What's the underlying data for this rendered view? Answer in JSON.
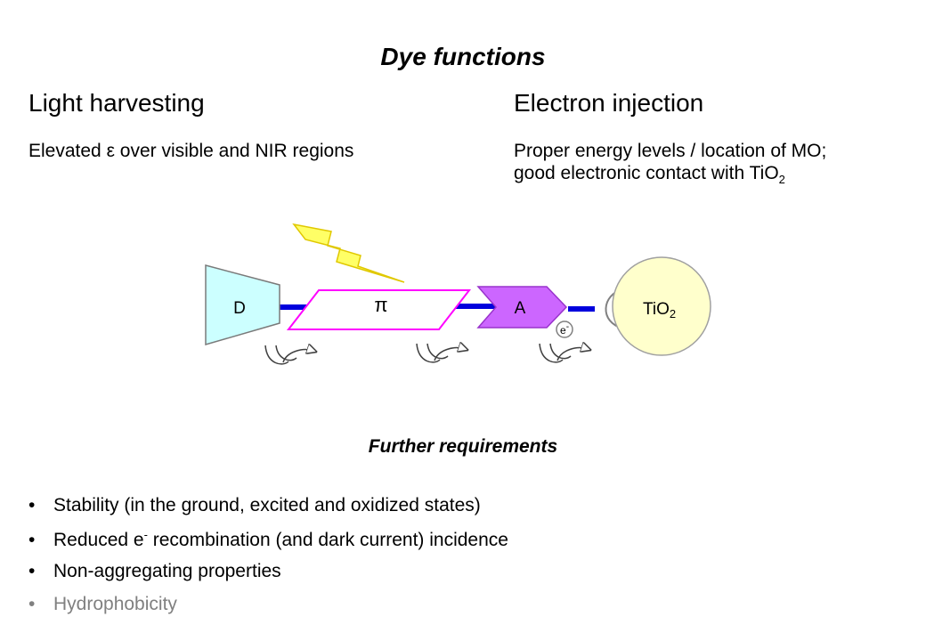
{
  "title": "Dye functions",
  "left": {
    "heading": "Light harvesting",
    "desc_pre": "Elevated ",
    "desc_symbol": "ε",
    "desc_post": " over visible and NIR regions"
  },
  "right": {
    "heading": "Electron injection",
    "line1": "Proper energy levels / location of MO;",
    "line2": "good electronic contact with TiO",
    "line2_sub": "2"
  },
  "diagram": {
    "donor": "D",
    "bridge": "π",
    "acceptor": "A",
    "oxide": "TiO",
    "oxide_sub": "2",
    "electron": "e",
    "electron_sup": "-",
    "colors": {
      "donor_fill": "#ccffff",
      "bridge_stroke": "#ff00ff",
      "acceptor_fill": "#cc66ff",
      "oxide_fill": "#ffffcc",
      "linker": "#0000dd",
      "lightning": "#ffff66"
    },
    "icons": [
      "lightning-bolt-icon",
      "arrow-cycle-icon"
    ]
  },
  "further": "Further requirements",
  "bullets": [
    {
      "text": "Stability (in the ground, excited and oxidized states)"
    },
    {
      "pre": "Reduced e",
      "sup": "-",
      "post": " recombination (and dark current) incidence"
    },
    {
      "text": "Non-aggregating properties"
    },
    {
      "text": "Hydrophobicity",
      "gray": true
    }
  ]
}
